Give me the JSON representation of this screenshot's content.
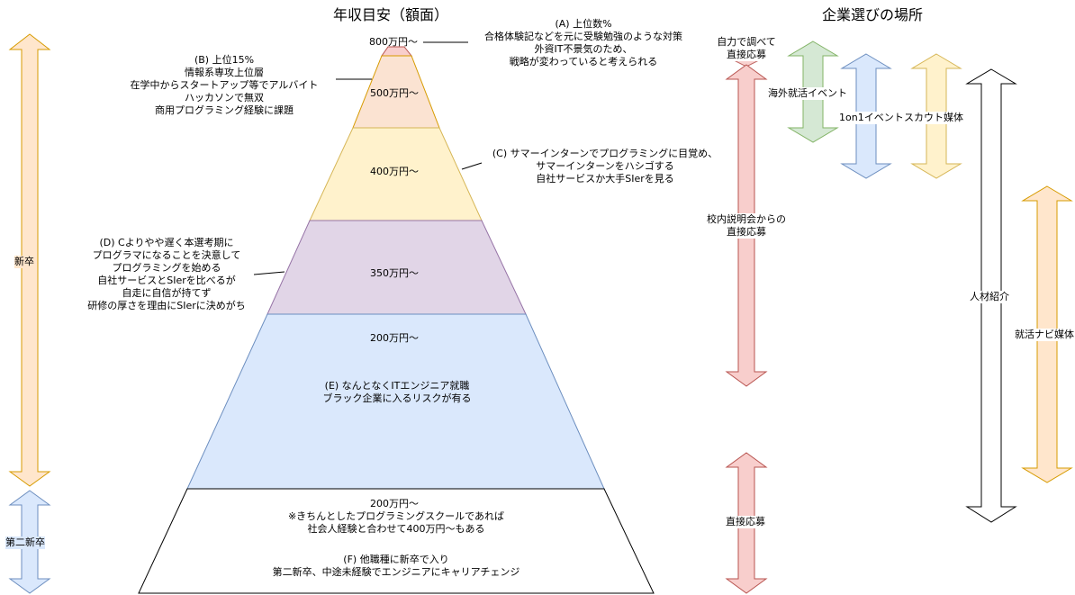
{
  "titles": {
    "pyramid": "年収目安（額面）",
    "channels": "企業選びの場所"
  },
  "tiers": [
    {
      "salary": "800万円〜",
      "color": "#f8cecc"
    },
    {
      "salary": "500万円〜",
      "color": "#fbe3d2"
    },
    {
      "salary": "400万円〜",
      "color": "#fff2cc"
    },
    {
      "salary": "350万円〜",
      "color": "#e1d5e7"
    },
    {
      "salary": "200万円〜",
      "color": "#dae8fc"
    },
    {
      "salary": "200万円〜",
      "color": "#ffffff"
    }
  ],
  "notes": {
    "a": [
      "(A) 上位数%",
      "合格体験記などを元に受験勉強のような対策",
      "外資IT不景気のため、",
      "戦略が変わっていると考えられる"
    ],
    "b": [
      "(B) 上位15%",
      "情報系専攻上位層",
      "在学中からスタートアップ等でアルバイト",
      "ハッカソンで無双",
      "商用プログラミング経験に課題"
    ],
    "c": [
      "(C) サマーインターンでプログラミングに目覚め、",
      "サマーインターンをハシゴする",
      "自社サービスか大手SIerを見る"
    ],
    "d": [
      "(D) Cよりやや遅く本選考期に",
      "プログラマになることを決意して",
      "プログラミングを始める",
      "自社サービスとSIerを比べるが",
      "自走に自信が持てず",
      "研修の厚さを理由にSIerに決めがち"
    ],
    "e": [
      "(E) なんとなくITエンジニア就職",
      "ブラック企業に入るリスクが有る"
    ],
    "f_top": [
      "※きちんとしたプログラミングスクールであれば",
      "社会人経験と合わせて400万円〜もある"
    ],
    "f": [
      "(F) 他職種に新卒で入り",
      "第二新卒、中途未経験でエンジニアにキャリアチェンジ"
    ]
  },
  "left_axis": {
    "new_grad": "新卒",
    "second_new_grad": "第二新卒"
  },
  "channels": {
    "self_search": [
      "自力で調べて",
      "直接応募"
    ],
    "campus": [
      "校内説明会からの",
      "直接応募"
    ],
    "direct_apply": "直接応募",
    "overseas": "海外就活イベント",
    "one_on_one": "1on1イベント",
    "scout": "スカウト媒体",
    "agent": "人材紹介",
    "navi": "就活ナビ媒体"
  },
  "colors": {
    "orange_fill": "#ffe6cc",
    "orange_stroke": "#d79b00",
    "blue_fill": "#dae8fc",
    "blue_stroke": "#6c8ebf",
    "red_fill": "#f8cecc",
    "red_stroke": "#b85450",
    "green_fill": "#d5e8d4",
    "green_stroke": "#82b366",
    "yellow_fill": "#fff2cc",
    "yellow_stroke": "#d6b656",
    "white_fill": "#ffffff",
    "black_stroke": "#000000"
  }
}
